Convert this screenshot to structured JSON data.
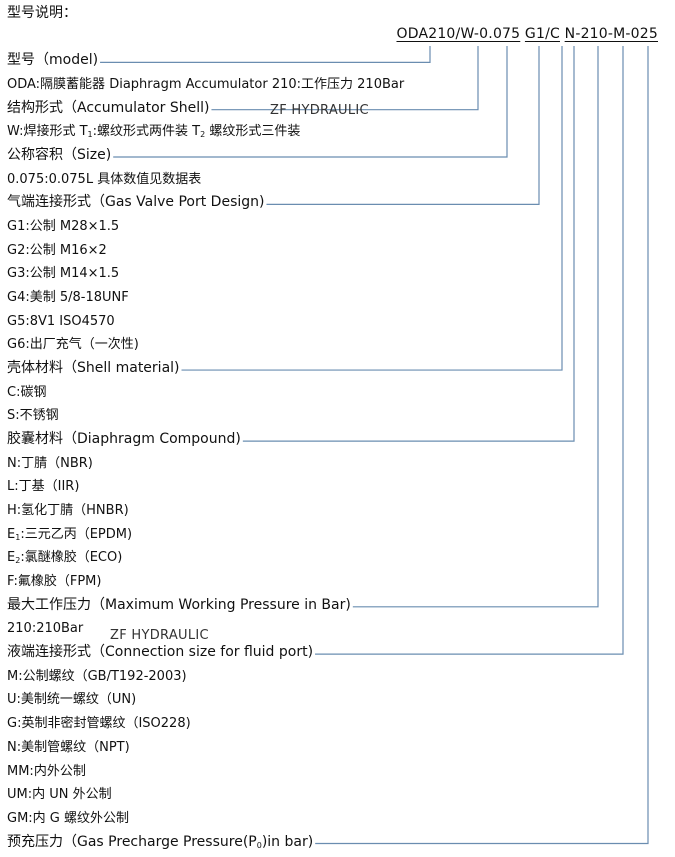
{
  "title": "型号说明：",
  "model_code": [
    "ODA210/W-0.075",
    "G1/C",
    "N-210-M-025"
  ],
  "watermark": "ZF HYDRAULIC",
  "line_color": "#6a8db0",
  "rows": [
    {
      "head": true,
      "segs": [
        {
          "t": "型号（model)"
        }
      ]
    },
    {
      "segs": [
        {
          "t": "ODA:隔膜蓄能器  Diaphragm Accumulator    210:工作压力 210Bar"
        }
      ]
    },
    {
      "head": true,
      "segs": [
        {
          "t": "结构形式（Accumulator Shell)"
        }
      ]
    },
    {
      "segs": [
        {
          "t": "W:焊接形式  T"
        },
        {
          "t": "1",
          "sub": true
        },
        {
          "t": ":螺纹形式两件装  T"
        },
        {
          "t": "2",
          "sub": true
        },
        {
          "t": " 螺纹形式三件装"
        }
      ]
    },
    {
      "head": true,
      "segs": [
        {
          "t": "公称容积（Size)"
        }
      ]
    },
    {
      "segs": [
        {
          "t": "0.075:0.075L  具体数值见数据表"
        }
      ]
    },
    {
      "head": true,
      "segs": [
        {
          "t": "气端连接形式（Gas Valve Port Design)"
        }
      ]
    },
    {
      "segs": [
        {
          "t": "G1:公制 M28×1.5"
        }
      ]
    },
    {
      "segs": [
        {
          "t": "G2:公制 M16×2"
        }
      ]
    },
    {
      "segs": [
        {
          "t": "G3:公制 M14×1.5"
        }
      ]
    },
    {
      "segs": [
        {
          "t": "G4:美制 5/8-18UNF"
        }
      ]
    },
    {
      "segs": [
        {
          "t": "G5:8V1 ISO4570"
        }
      ]
    },
    {
      "segs": [
        {
          "t": "G6:出厂充气（一次性)"
        }
      ]
    },
    {
      "head": true,
      "segs": [
        {
          "t": "壳体材料（Shell material)"
        }
      ]
    },
    {
      "segs": [
        {
          "t": "C:碳钢"
        }
      ]
    },
    {
      "segs": [
        {
          "t": "S:不锈钢"
        }
      ]
    },
    {
      "head": true,
      "segs": [
        {
          "t": "胶囊材料（Diaphragm Compound)"
        }
      ]
    },
    {
      "segs": [
        {
          "t": "N:丁腈（NBR)"
        }
      ]
    },
    {
      "segs": [
        {
          "t": "L:丁基（IIR)"
        }
      ]
    },
    {
      "segs": [
        {
          "t": "H:氢化丁腈（HNBR)"
        }
      ]
    },
    {
      "segs": [
        {
          "t": "E"
        },
        {
          "t": "1",
          "sub": true
        },
        {
          "t": ":三元乙丙（EPDM)"
        }
      ]
    },
    {
      "segs": [
        {
          "t": "E"
        },
        {
          "t": "2",
          "sub": true
        },
        {
          "t": ":氯醚橡胶（ECO)"
        }
      ]
    },
    {
      "segs": [
        {
          "t": "F:氟橡胶（FPM)"
        }
      ]
    },
    {
      "head": true,
      "segs": [
        {
          "t": "最大工作压力（Maximum Working Pressure in Bar)"
        }
      ]
    },
    {
      "segs": [
        {
          "t": "210:210Bar"
        }
      ]
    },
    {
      "head": true,
      "segs": [
        {
          "t": "液端连接形式（Connection size for fluid port)"
        }
      ]
    },
    {
      "segs": [
        {
          "t": "M:公制螺纹（GB/T192-2003)"
        }
      ]
    },
    {
      "segs": [
        {
          "t": "U:美制统一螺纹（UN)"
        }
      ]
    },
    {
      "segs": [
        {
          "t": "G:英制非密封管螺纹（ISO228)"
        }
      ]
    },
    {
      "segs": [
        {
          "t": "N:美制管螺纹（NPT)"
        }
      ]
    },
    {
      "segs": [
        {
          "t": "MM:内外公制"
        }
      ]
    },
    {
      "segs": [
        {
          "t": "UM:内 UN 外公制"
        }
      ]
    },
    {
      "segs": [
        {
          "t": "GM:内 G 螺纹外公制"
        }
      ]
    },
    {
      "head": true,
      "segs": [
        {
          "t": "预充压力（Gas Precharge Pressure(P"
        },
        {
          "t": "0",
          "sub": true
        },
        {
          "t": ")in bar)"
        }
      ]
    }
  ]
}
